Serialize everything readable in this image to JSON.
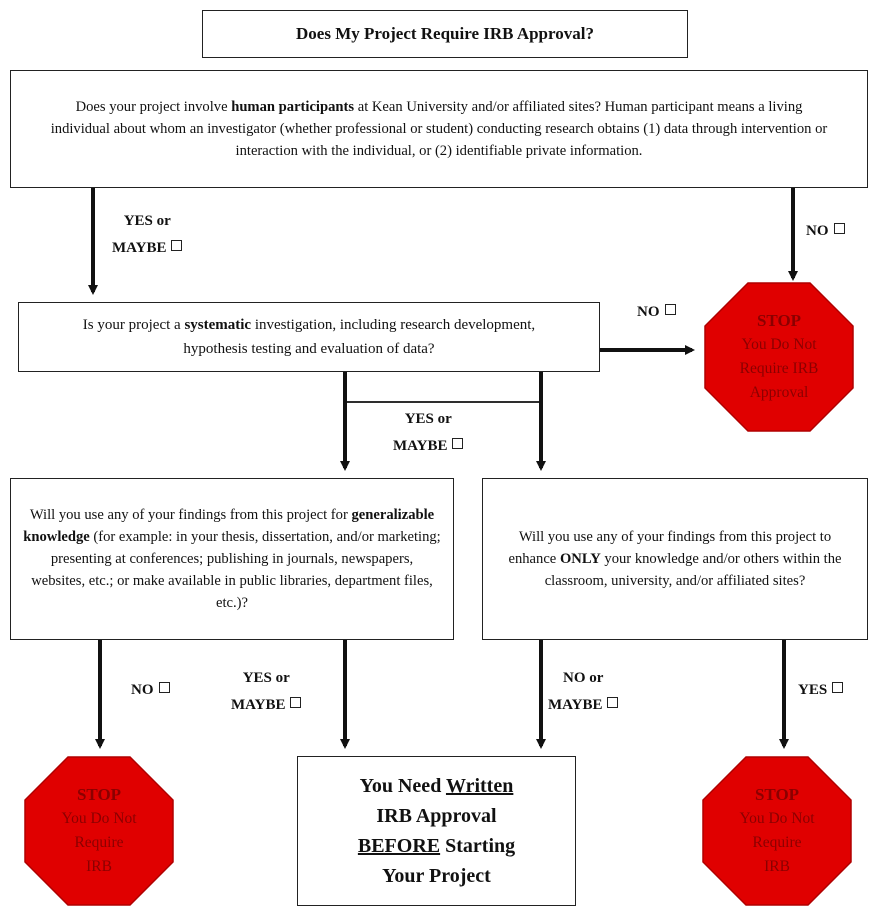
{
  "title": "Does My Project Require IRB Approval?",
  "q1": {
    "before": "Does your project involve ",
    "bold": "human participants",
    "after": " at Kean University and/or affiliated sites? Human participant means a living individual about whom an investigator (whether professional or student) conducting research obtains (1) data through intervention or interaction with the individual, or (2) identifiable private information."
  },
  "q2": {
    "before": "Is your project a ",
    "bold": "systematic",
    "after": " investigation, including research development, hypothesis testing and evaluation of data?"
  },
  "q3": {
    "before": "Will you use any of your findings from this project for ",
    "bold": "generalizable knowledge",
    "after": " (for example: in your thesis, dissertation, and/or marketing; presenting at conferences; publishing in journals, newspapers, websites, etc.; or make available in public libraries, department files, etc.)?"
  },
  "q4": {
    "before": "Will you use any of your findings from this project to enhance ",
    "bold": "ONLY",
    "after": " your knowledge and/or others within the classroom, university, and/or affiliated sites?"
  },
  "result": {
    "line1": "You Need ",
    "line1_u": "Written",
    "line2": "IRB Approval",
    "line3_u": "BEFORE",
    "line3": " Starting",
    "line4": "Your Project"
  },
  "labels": {
    "q1_yes_line1": "YES or",
    "q1_yes_line2": "MAYBE",
    "q1_no": "NO",
    "q2_no": "NO",
    "q2_yes_line1": "YES or",
    "q2_yes_line2": "MAYBE",
    "q3_no": "NO",
    "q3_yes_line1": "YES or",
    "q3_yes_line2": "MAYBE",
    "q4_no_line1": "NO or",
    "q4_no_line2": "MAYBE",
    "q4_yes": "YES"
  },
  "stops": {
    "top": {
      "line1": "STOP",
      "line2": "You Do Not",
      "line3": "Require IRB",
      "line4": "Approval"
    },
    "bottom_left": {
      "line1": "STOP",
      "line2": "You Do Not",
      "line3": "Require",
      "line4": "IRB"
    },
    "bottom_right": {
      "line1": "STOP",
      "line2": "You Do Not",
      "line3": "Require",
      "line4": "IRB"
    }
  },
  "colors": {
    "stop_fill": "#e00000",
    "stop_text": "#8b0000",
    "line": "#111111"
  }
}
